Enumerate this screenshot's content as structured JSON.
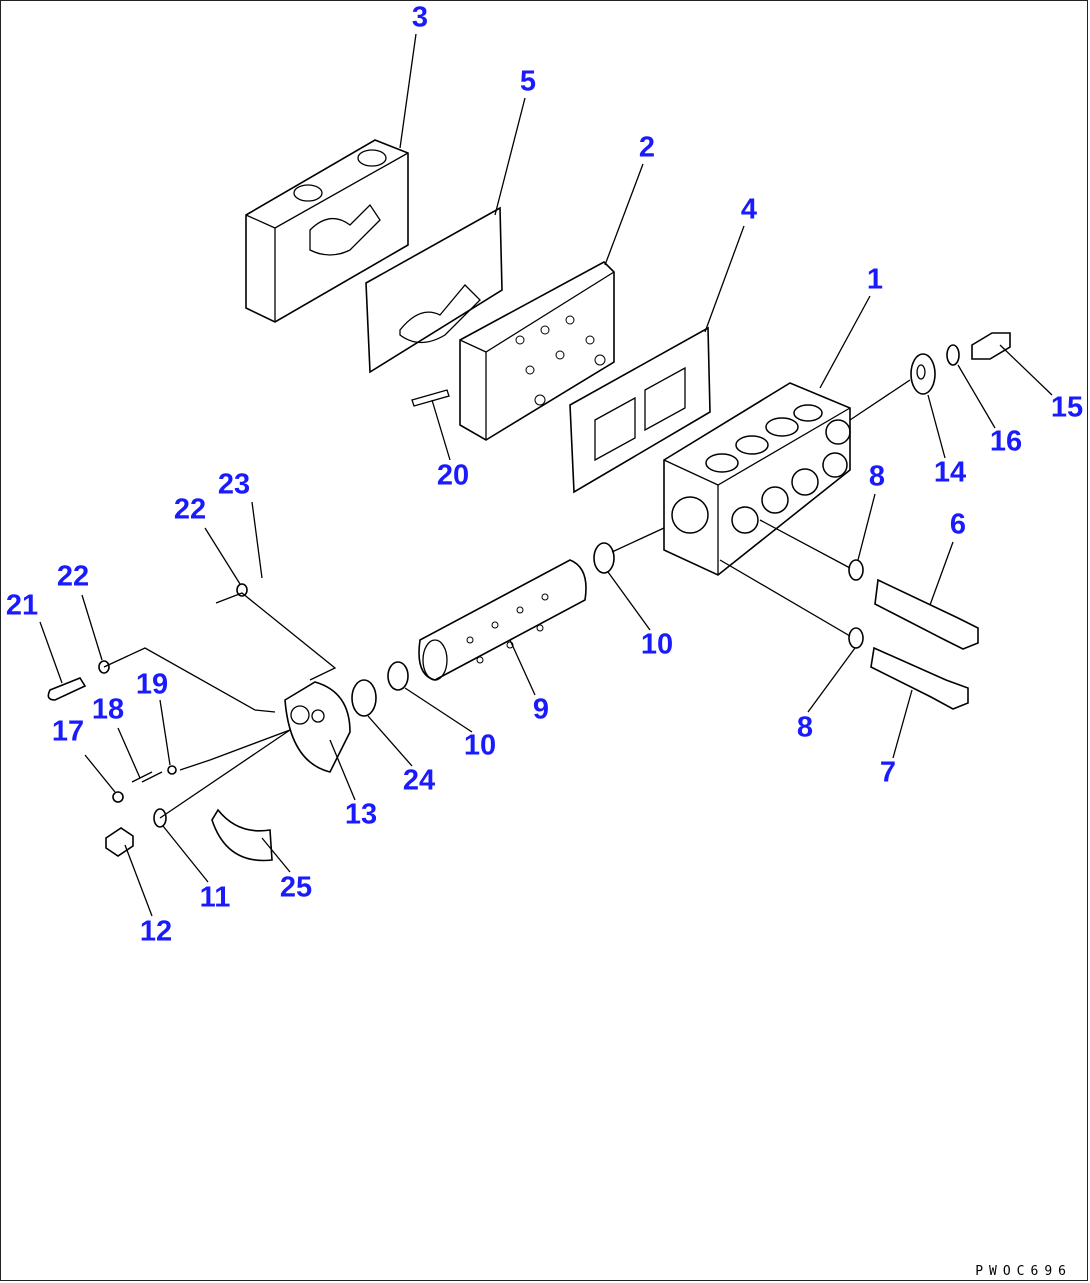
{
  "diagram": {
    "drawing_code": "PWOC696",
    "callouts": [
      "3",
      "5",
      "2",
      "4",
      "1",
      "15",
      "16",
      "14",
      "8",
      "6",
      "20",
      "23",
      "22",
      "22",
      "21",
      "19",
      "18",
      "17",
      "10",
      "9",
      "10",
      "24",
      "13",
      "8",
      "7",
      "11",
      "25",
      "12"
    ]
  }
}
